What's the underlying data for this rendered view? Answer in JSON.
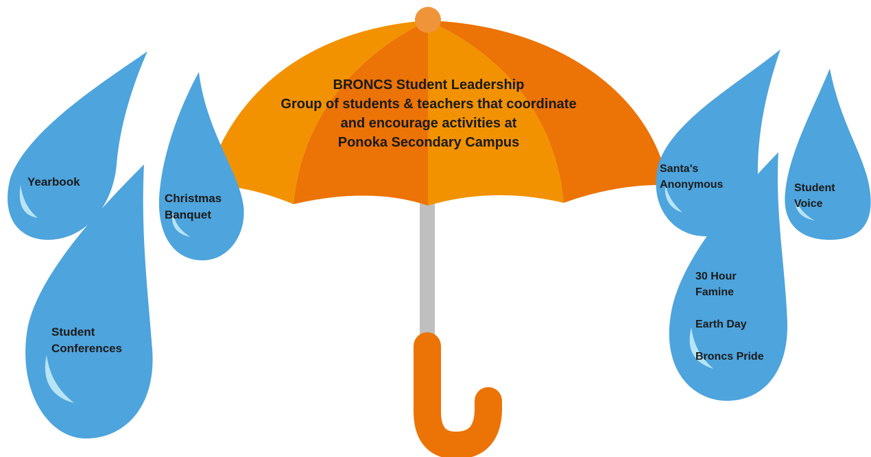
{
  "umbrella": {
    "title_lines": [
      "BRONCS Student Leadership",
      "Group of students & teachers that coordinate",
      "and encourage activities at",
      "Ponoka Secondary Campus"
    ],
    "colors": {
      "light": "#f29200",
      "dark": "#ec7305",
      "knob": "#f0943a",
      "shaft": "#bfbfbf",
      "handle": "#ec7305"
    }
  },
  "drops": {
    "color": "#4ea4dc",
    "highlight": "#b8e4f7",
    "yearbook": "Yearbook",
    "christmas_banquet": [
      "Christmas",
      "Banquet"
    ],
    "student_conferences": [
      "Student",
      "Conferences"
    ],
    "santas_anonymous": [
      "Santa's",
      "Anonymous"
    ],
    "student_voice": [
      "Student",
      "Voice"
    ],
    "activities": [
      "30 Hour",
      "Famine",
      "Earth Day",
      "Broncs Pride"
    ]
  }
}
